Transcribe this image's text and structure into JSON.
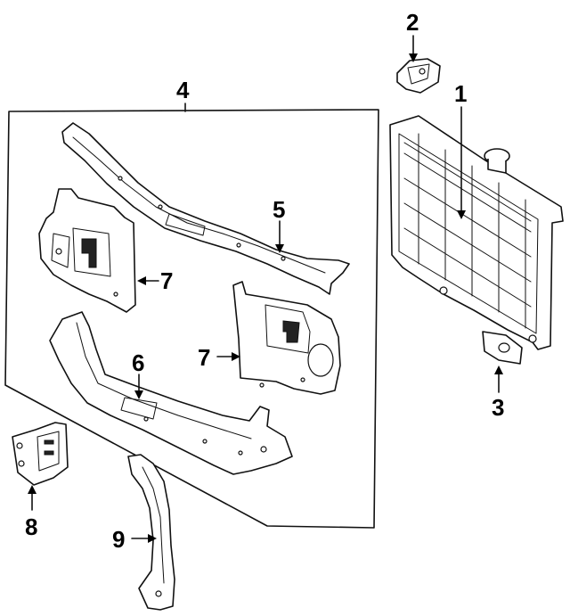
{
  "callouts": {
    "c1": "1",
    "c2": "2",
    "c3": "3",
    "c4": "4",
    "c5": "5",
    "c6": "6",
    "c7a": "7",
    "c7b": "7",
    "c8": "8",
    "c9": "9"
  }
}
